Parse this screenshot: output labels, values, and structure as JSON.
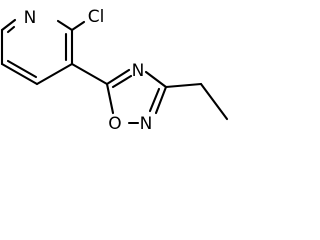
{
  "molecule": {
    "atom_labels": {
      "pyridine_n": "N",
      "chlorine": "Cl",
      "oxadiazole_n4": "N",
      "oxadiazole_o1": "O",
      "oxadiazole_n2": "N"
    },
    "colors": {
      "bond": "#000000",
      "label": "#000000",
      "background": "#ffffff"
    }
  }
}
